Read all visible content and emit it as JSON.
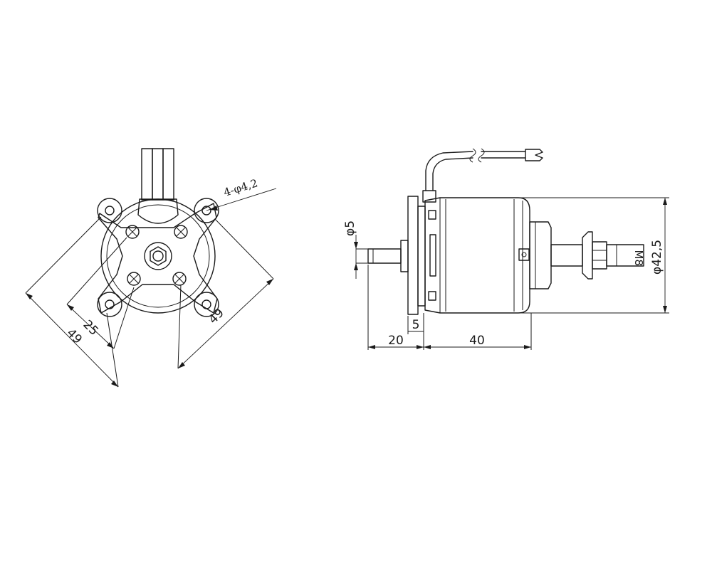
{
  "front_view": {
    "hole_callout": "4-φ4,2",
    "dim_mount_inner": "25",
    "dim_mount_left": "49",
    "dim_mount_right": "49"
  },
  "side_view": {
    "dim_shaft_dia": "φ5",
    "dim_shaft_length": "20",
    "dim_flange": "5",
    "dim_body_length": "40",
    "dim_body_dia": "φ42,5",
    "thread_label": "M8"
  }
}
